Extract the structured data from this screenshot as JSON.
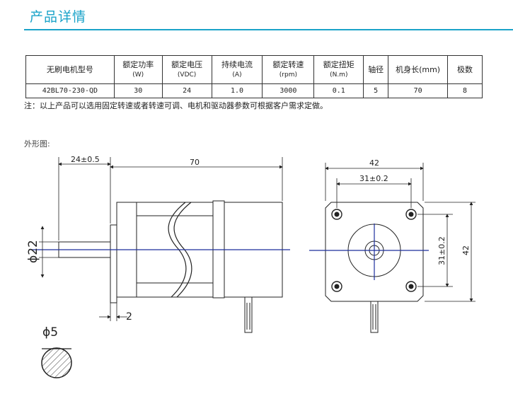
{
  "header": {
    "title": "产品详情"
  },
  "spec_table": {
    "columns": [
      {
        "label": "无刷电机型号",
        "sub": ""
      },
      {
        "label": "额定功率",
        "sub": "(W)"
      },
      {
        "label": "额定电压",
        "sub": "(VDC)"
      },
      {
        "label": "持续电流",
        "sub": "(A)"
      },
      {
        "label": "额定转速",
        "sub": "(rpm)"
      },
      {
        "label": "额定扭矩",
        "sub": "(N.m)"
      },
      {
        "label": "轴径",
        "sub": ""
      },
      {
        "label": "机身长(mm)",
        "sub": ""
      },
      {
        "label": "极数",
        "sub": ""
      }
    ],
    "row": [
      "42BL70-230-QD",
      "30",
      "24",
      "1.0",
      "3000",
      "0.1",
      "5",
      "70",
      "8"
    ]
  },
  "note": "注：以上产品可以选用固定转速或者转速可调、电机和驱动器参数可根据客户需求定做。",
  "drawing": {
    "label": "外形图:",
    "side_view": {
      "dim_shaft_length": "24±0.5",
      "dim_body_length": "70",
      "dim_diameter": "ϕ22",
      "dim_flange": "2",
      "dim_shaft_dia": "ϕ5"
    },
    "front_view": {
      "dim_width": "42",
      "dim_hole_spacing_h": "31±0.2",
      "dim_hole_spacing_v": "31±0.2",
      "dim_height": "42"
    }
  }
}
